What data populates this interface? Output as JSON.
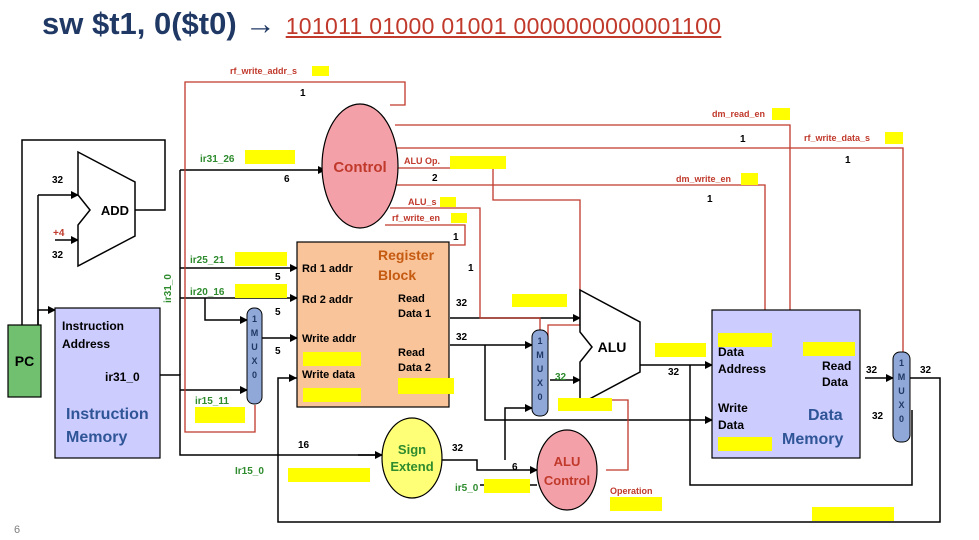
{
  "title": {
    "instruction": "sw $t1, 0($t0)",
    "arrow": "→",
    "encoding": "101011 01000 01001 0000000000001100"
  },
  "page_number": "6",
  "colors": {
    "title": "#1f3864",
    "control_wire": "#c0392b",
    "control_text": "#c0392b",
    "green_label": "#2e8b2e",
    "register_fill": "#f9c49a",
    "memory_fill": "#ccccff",
    "mux_fill": "#8fa8d8",
    "pc_fill": "#70c070",
    "control_fill": "#f4a0a8",
    "sign_fill": "#ffff77",
    "blank_fill": "#ffff00"
  },
  "blocks": {
    "pc": "PC",
    "add": "ADD",
    "plus4": "+4",
    "control": "Control",
    "register_title_1": "Register",
    "register_title_2": "Block",
    "rd1": "Rd 1 addr",
    "rd2": "Rd 2 addr",
    "write_addr": "Write addr",
    "write_data": "Write data",
    "read_data1_a": "Read",
    "read_data1_b": "Data 1",
    "read_data2_a": "Read",
    "read_data2_b": "Data 2",
    "im_line1": "Instruction",
    "im_line2": "Address",
    "im_out": "ir31_0",
    "im_title1": "Instruction",
    "im_title2": "Memory",
    "alu": "ALU",
    "sign1": "Sign",
    "sign2": "Extend",
    "aluctl1": "ALU",
    "aluctl2": "Control",
    "dm_addr1": "Data",
    "dm_addr2": "Address",
    "dm_read1": "Read",
    "dm_read2": "Data",
    "dm_write1": "Write",
    "dm_write2": "Data",
    "dm_title1": "Data",
    "dm_title2": "Memory",
    "mux_letters": [
      "1",
      "M",
      "U",
      "X",
      "0"
    ]
  },
  "control_signals": {
    "rf_write_addr_s": "rf_write_addr_s",
    "rf_write_addr_s_val": "1",
    "alu_op": "ALU Op.",
    "alu_op_val": "2",
    "alu_s": "ALU_s",
    "rf_write_en": "rf_write_en",
    "rf_write_en_val": "1",
    "alu_s_val": "1",
    "dm_read_en": "dm_read_en",
    "dm_read_en_val": "1",
    "rf_write_data_s": "rf_write_data_s",
    "rf_write_data_s_val": "1",
    "dm_write_en": "dm_write_en",
    "dm_write_en_val": "1",
    "operation": "Operation"
  },
  "field_labels": {
    "ir31_26": "ir31_26",
    "ir31_26_width": "6",
    "ir25_21": "ir25_21",
    "ir20_16": "ir20_16",
    "ir15_11": "ir15_11",
    "ir15_0": "Ir15_0",
    "ir5_0": "ir5_0",
    "ir31_0_vertical": "ir31_0"
  },
  "widths": {
    "w32_add_in": "32",
    "w32_add_4": "32",
    "w5_rd1": "5",
    "w5_rd2": "5",
    "w5_mux": "5",
    "w32_rd1": "32",
    "w32_rd2": "32",
    "w32_aluB": "32",
    "w32_alu_out": "32",
    "w16": "16",
    "w32_sign": "32",
    "w6_aluctl": "6",
    "w32_dm_read": "32",
    "w32_dm_write": "32",
    "w32_final": "32"
  }
}
